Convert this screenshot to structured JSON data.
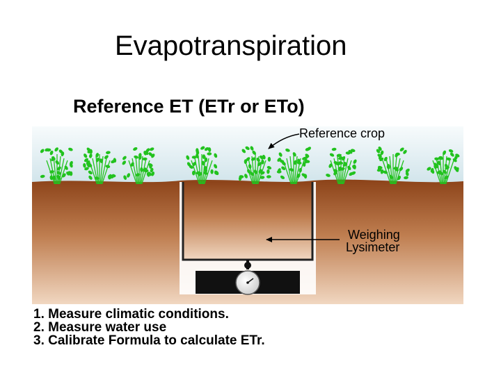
{
  "slide": {
    "title": "Evapotranspiration"
  },
  "diagram": {
    "heading": "Reference ET (ETr or ETo)",
    "labels": {
      "reference_crop": "Reference crop",
      "weighing_line1": "Weighing",
      "weighing_line2": "Lysimeter"
    },
    "steps": [
      "1. Measure climatic conditions.",
      "2. Measure water use",
      "3. Calibrate Formula to calculate ETr."
    ],
    "colors": {
      "sky_top": "#f7fbfc",
      "sky_bottom": "#cfe3ea",
      "soil_top": "#8c4319",
      "soil_bottom": "#f1d7c1",
      "plant": "#22c21e",
      "scale_base": "#111111",
      "lysimeter_wall": "#222222"
    },
    "icons": [
      "plant-icon",
      "scale-gauge-icon",
      "arrow-icon"
    ]
  }
}
